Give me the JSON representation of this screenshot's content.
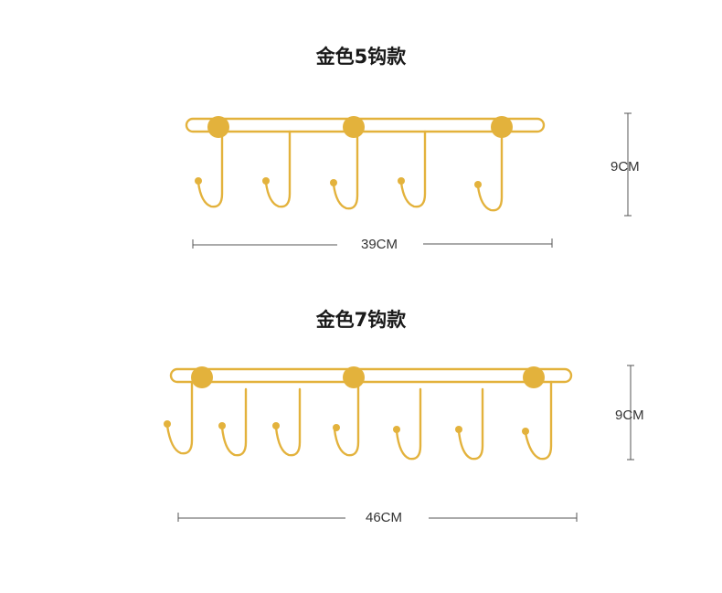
{
  "products": [
    {
      "title": "金色5钩款",
      "width_label": "39CM",
      "height_label": "9CM",
      "hook_count": 5
    },
    {
      "title": "金色7钩款",
      "width_label": "46CM",
      "height_label": "9CM",
      "hook_count": 7
    }
  ],
  "colors": {
    "gold": "#e3b23c",
    "gold_light": "#f0c85a",
    "text": "#1a1a1a",
    "dimension_line": "#555555"
  }
}
